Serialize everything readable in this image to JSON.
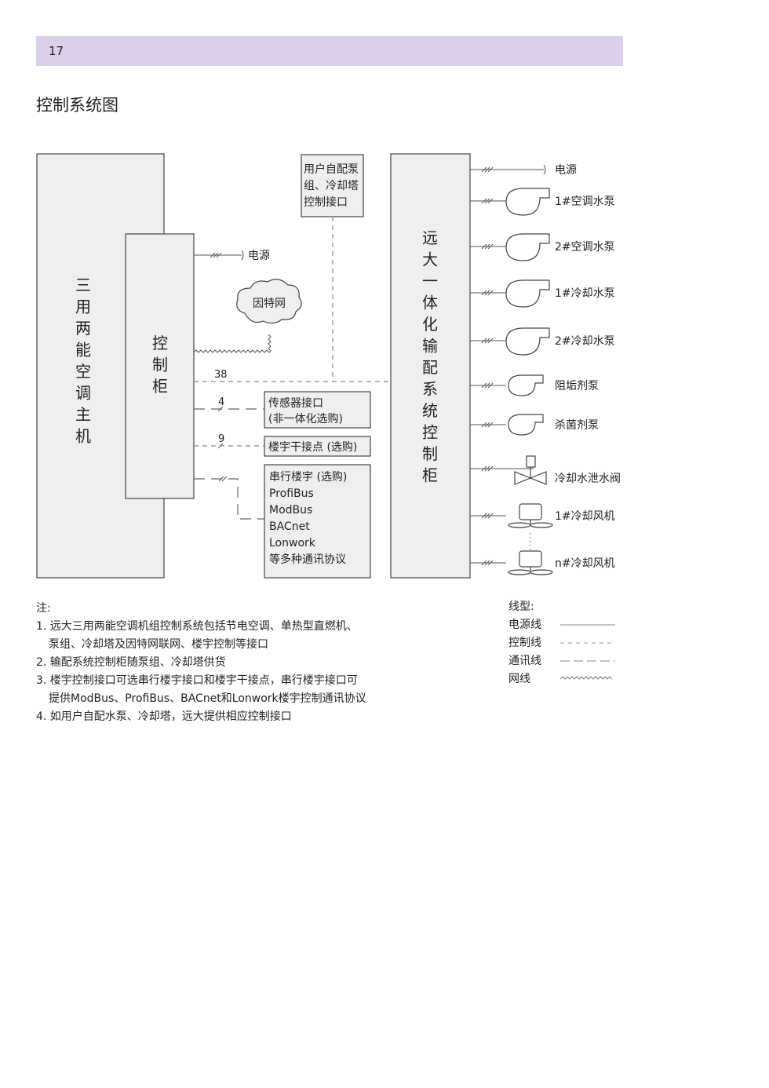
{
  "page_number": "17",
  "page_title": "控制系统图",
  "boxes": {
    "main_unit": "三用两能空调主机",
    "control_cabinet": "控制柜",
    "user_interface": [
      "用户自配泵",
      "组、冷却塔",
      "控制接口"
    ],
    "distribution_cabinet": "远大一体化输配系统控制柜",
    "sensor": [
      "传感器接口",
      "(非一体化选购)"
    ],
    "dry_contact": "楼宇干接点 (选购)",
    "serial": [
      "串行楼宇 (选购)",
      "ProfiBus",
      "ModBus",
      "BACnet",
      "Lonwork",
      "等多种通讯协议"
    ]
  },
  "labels": {
    "power_left": "电源",
    "internet": "因特网",
    "count_38": "38",
    "count_4": "4",
    "count_9": "9"
  },
  "devices": [
    {
      "label": "电源",
      "icon": "power-arrow"
    },
    {
      "label": "1#空调水泵",
      "icon": "pump-large"
    },
    {
      "label": "2#空调水泵",
      "icon": "pump-large"
    },
    {
      "label": "1#冷却水泵",
      "icon": "pump-large"
    },
    {
      "label": "2#冷却水泵",
      "icon": "pump-large"
    },
    {
      "label": "阻垢剂泵",
      "icon": "pump-small"
    },
    {
      "label": "杀菌剂泵",
      "icon": "pump-small"
    },
    {
      "label": "冷却水泄水阀",
      "icon": "valve"
    },
    {
      "label": "1#冷却风机",
      "icon": "fan"
    },
    {
      "label": "n#冷却风机",
      "icon": "fan"
    }
  ],
  "notes": {
    "heading": "注:",
    "lines": [
      "1. 远大三用两能空调机组控制系统包括节电空调、单热型直燃机、",
      "泵组、冷却塔及因特网联网、楼宇控制等接口",
      "2. 输配系统控制柜随泵组、冷却塔供货",
      "3. 楼宇控制接口可选串行楼宇接口和楼宇干接点，串行楼宇接口可",
      "提供ModBus、ProfiBus、BACnet和Lonwork楼宇控制通讯协议",
      "4. 如用户自配水泵、冷却塔，远大提供相应控制接口"
    ]
  },
  "legend": {
    "heading": "线型:",
    "items": [
      {
        "label": "电源线",
        "style": "solid"
      },
      {
        "label": "控制线",
        "style": "dashed"
      },
      {
        "label": "通讯线",
        "style": "long-dash"
      },
      {
        "label": "网线",
        "style": "wavy"
      }
    ]
  },
  "colors": {
    "header_bar": "#dcd0e8",
    "box_fill": "#efefef",
    "line": "#555555",
    "dashed_line": "#888888"
  }
}
